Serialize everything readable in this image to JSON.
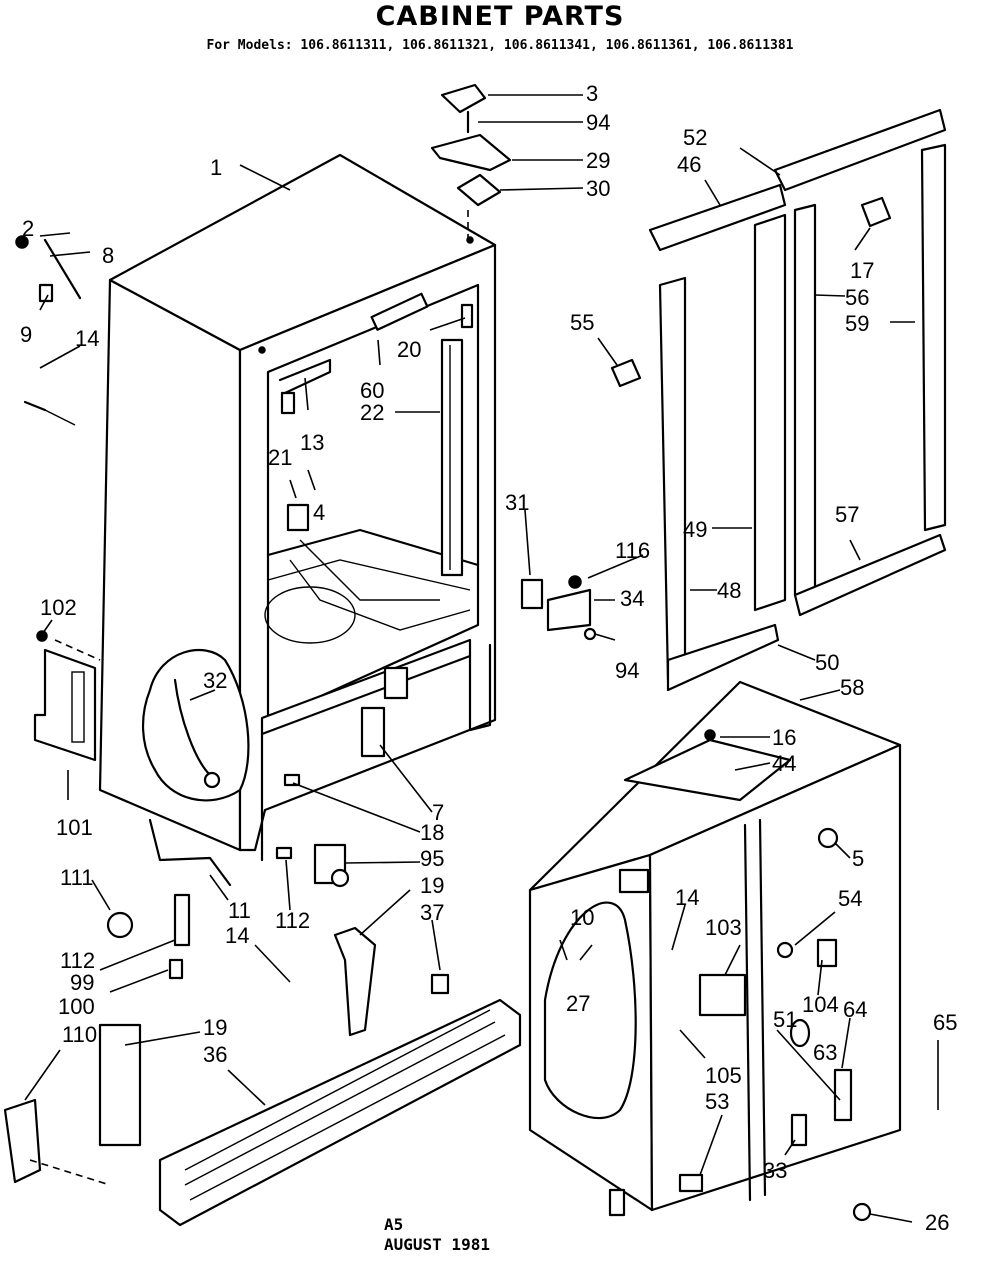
{
  "header": {
    "title": "CABINET PARTS",
    "models_line": "For Models: 106.8611311, 106.8611321, 106.8611341, 106.8611361, 106.8611381"
  },
  "footer": {
    "code": "A5",
    "date": "AUGUST 1981"
  },
  "callouts": {
    "c1": "1",
    "c2": "2",
    "c3": "3",
    "c4": "4",
    "c5": "5",
    "c7": "7",
    "c8": "8",
    "c9": "9",
    "c10": "10",
    "c11": "11",
    "c13": "13",
    "c14a": "14",
    "c14b": "14",
    "c14c": "14",
    "c16": "16",
    "c17": "17",
    "c18": "18",
    "c19a": "19",
    "c19b": "19",
    "c20": "20",
    "c21": "21",
    "c22": "22",
    "c26": "26",
    "c27": "27",
    "c29": "29",
    "c30": "30",
    "c31": "31",
    "c32": "32",
    "c33": "33",
    "c34": "34",
    "c36": "36",
    "c37": "37",
    "c44": "44",
    "c46": "46",
    "c48": "48",
    "c49": "49",
    "c50": "50",
    "c51": "51",
    "c52": "52",
    "c53": "53",
    "c54": "54",
    "c55": "55",
    "c56": "56",
    "c57": "57",
    "c58": "58",
    "c59": "59",
    "c60": "60",
    "c63": "63",
    "c64": "64",
    "c65": "65",
    "c94a": "94",
    "c94b": "94",
    "c95": "95",
    "c99": "99",
    "c100": "100",
    "c101": "101",
    "c102": "102",
    "c103": "103",
    "c104": "104",
    "c105": "105",
    "c110": "110",
    "c111": "111",
    "c112a": "112",
    "c112b": "112",
    "c116": "116"
  }
}
